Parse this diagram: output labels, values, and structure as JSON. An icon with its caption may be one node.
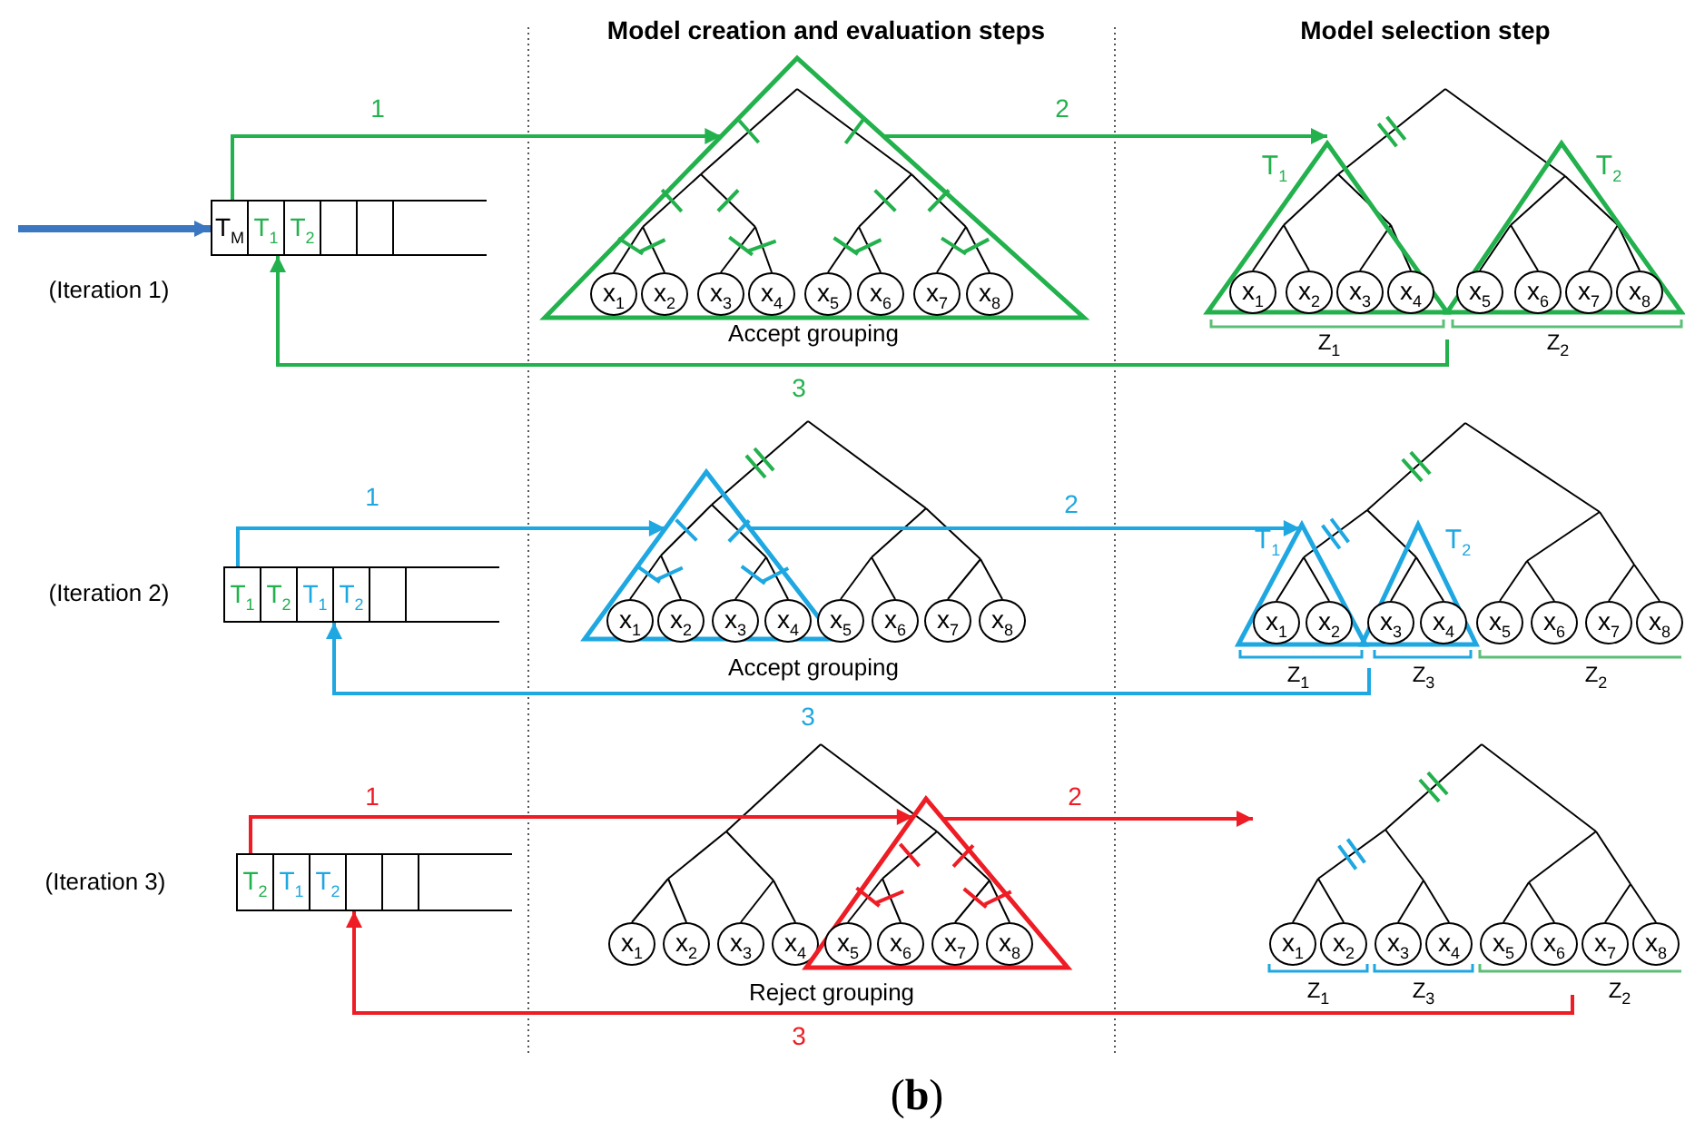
{
  "diagram": {
    "caption": "(**b**)",
    "nodes": [
      {
        "text": [],
        "shape": "box"
      },
      {
        "text": [
          "T$_{M}$"
        ],
        "in": 0
      },
      {
        "text": [
          "T$_{1}$"
        ],
        "in": 0
      },
      {
        "text": [
          "T$_{2}$"
        ],
        "in": 0
      },
      {
        "text": [],
        "shape": "box",
        "in": 0
      },
      {
        "text": [],
        "shape": "box",
        "in": 0
      },
      {
        "text": [],
        "shape": "triangle"
      },
      {
        "text": [
          "x$_{1}$"
        ],
        "in": 6
      },
      {
        "text": [
          "x$_{2}$"
        ],
        "in": 6
      },
      {
        "text": [
          "x$_{3}$"
        ],
        "in": 6
      },
      {
        "text": [
          "x$_{4}$"
        ],
        "in": 6
      },
      {
        "text": [
          "x$_{5}$"
        ],
        "in": 6
      },
      {
        "text": [
          "x$_{6}$"
        ],
        "in": 6
      },
      {
        "text": [
          "x$_{7}$"
        ],
        "in": 6
      },
      {
        "text": [
          "x$_{8}$"
        ],
        "in": 6
      },
      {
        "text": [
          "T$_{1}$"
        ]
      },
      {
        "text": [
          "x$_{1}$"
        ],
        "in": 15
      },
      {
        "text": [
          "x$_{2}$"
        ],
        "in": 15
      },
      {
        "text": [
          "x$_{3}$"
        ],
        "in": 15
      },
      {
        "text": [
          "x$_{4}$"
        ],
        "in": 15
      },
      {
        "text": [
          "T$_{2}$"
        ]
      },
      {
        "text": [
          "x$_{5}$"
        ],
        "in": 20
      },
      {
        "text": [
          "x$_{6}$"
        ],
        "in": 20
      },
      {
        "text": [
          "x$_{7}$"
        ],
        "in": 20
      },
      {
        "text": [
          "x$_{8}$"
        ],
        "in": 20
      },
      {
        "text": [],
        "shape": "box"
      },
      {
        "text": [
          "T$_{1}$"
        ],
        "in": 25
      },
      {
        "text": [
          "T$_{2}$"
        ],
        "in": 25
      },
      {
        "text": [
          "T$_{1}$"
        ],
        "in": 25
      },
      {
        "text": [
          "T$_{2}$"
        ],
        "in": 25
      },
      {
        "text": [],
        "shape": "box",
        "in": 25
      },
      {
        "text": [],
        "shape": "triangle"
      },
      {
        "text": [
          "x$_{1}$"
        ],
        "in": 31
      },
      {
        "text": [
          "x$_{2}$"
        ],
        "in": 31
      },
      {
        "text": [
          "x$_{3}$"
        ],
        "in": 31
      },
      {
        "text": [
          "x$_{4}$"
        ],
        "in": 31
      },
      {
        "text": [
          "x$_{5}$"
        ]
      },
      {
        "text": [
          "x$_{6}$"
        ]
      },
      {
        "text": [
          "x$_{7}$"
        ]
      },
      {
        "text": [
          "x$_{8}$"
        ]
      },
      {
        "text": [
          "T$_{1}$"
        ]
      },
      {
        "text": [
          "x$_{1}$"
        ],
        "in": 40
      },
      {
        "text": [
          "x$_{2}$"
        ],
        "in": 40
      },
      {
        "text": [
          "T$_{2}$"
        ]
      },
      {
        "text": [
          "x$_{3}$"
        ],
        "in": 43
      },
      {
        "text": [
          "x$_{4}$"
        ],
        "in": 43
      },
      {
        "text": [
          "x$_{5}$"
        ]
      },
      {
        "text": [
          "x$_{6}$"
        ]
      },
      {
        "text": [
          "x$_{7}$"
        ]
      },
      {
        "text": [
          "x$_{8}$"
        ]
      },
      {
        "text": [],
        "shape": "box"
      },
      {
        "text": [
          "T$_{2}$"
        ],
        "in": 50
      },
      {
        "text": [
          "T$_{1}$"
        ],
        "in": 50
      },
      {
        "text": [
          "T$_{2}$"
        ],
        "in": 50
      },
      {
        "text": [],
        "shape": "box",
        "in": 50
      },
      {
        "text": [],
        "shape": "box",
        "in": 50
      },
      {
        "text": [
          "x$_{1}$"
        ]
      },
      {
        "text": [
          "x$_{2}$"
        ]
      },
      {
        "text": [
          "x$_{3}$"
        ]
      },
      {
        "text": [
          "x$_{4}$"
        ]
      },
      {
        "text": [],
        "shape": "triangle"
      },
      {
        "text": [
          "x$_{5}$"
        ],
        "in": 60
      },
      {
        "text": [
          "x$_{6}$"
        ],
        "in": 60
      },
      {
        "text": [
          "x$_{7}$"
        ],
        "in": 60
      },
      {
        "text": [
          "x$_{8}$"
        ],
        "in": 60
      },
      {
        "text": [
          "x$_{1}$"
        ]
      },
      {
        "text": [
          "x$_{2}$"
        ]
      },
      {
        "text": [
          "x$_{3}$"
        ]
      },
      {
        "text": [
          "x$_{4}$"
        ]
      },
      {
        "text": [
          "x$_{5}$"
        ]
      },
      {
        "text": [
          "x$_{6}$"
        ]
      },
      {
        "text": [
          "x$_{7}$"
        ]
      },
      {
        "text": [
          "x$_{8}$"
        ]
      }
    ],
    "edges": [
      {
        "from": null,
        "to": 0,
        "arrow": "to",
        "style": "thick",
        "color": "#3a77c0"
      },
      {
        "from": 1,
        "to": 6,
        "arrow": "to",
        "label": "1",
        "color": "#22b14c"
      },
      {
        "from": 6,
        "to": 15,
        "arrow": "to",
        "label": "2",
        "color": "#22b14c"
      },
      {
        "from": null,
        "to": 2,
        "arrow": "to",
        "label": "3",
        "color": "#22b14c"
      },
      {
        "from": 26,
        "to": 31,
        "arrow": "to",
        "label": "1",
        "color": "#1ea7e1"
      },
      {
        "from": 31,
        "to": 40,
        "arrow": "to",
        "label": "2",
        "color": "#1ea7e1"
      },
      {
        "from": null,
        "to": 29,
        "arrow": "to",
        "label": "3",
        "color": "#1ea7e1"
      },
      {
        "from": 51,
        "to": 60,
        "arrow": "to",
        "label": "1",
        "color": "#ee1c24"
      },
      {
        "from": 60,
        "to": null,
        "arrow": "to",
        "label": "2",
        "color": "#ee1c24"
      },
      {
        "from": null,
        "to": 54,
        "arrow": "to",
        "label": "3",
        "color": "#ee1c24"
      }
    ],
    "labels": [
      "Model creation and evaluation steps",
      "Model selection step",
      "(Iteration 1)",
      "Accept grouping",
      "Z$_{1}$",
      "Z$_{2}$",
      "(Iteration 2)",
      "Accept grouping",
      "Z$_{1}$",
      "Z$_{3}$",
      "Z$_{2}$",
      "(Iteration 3)",
      "Reject grouping",
      "Z$_{1}$",
      "Z$_{3}$",
      "Z$_{2}$"
    ]
  }
}
